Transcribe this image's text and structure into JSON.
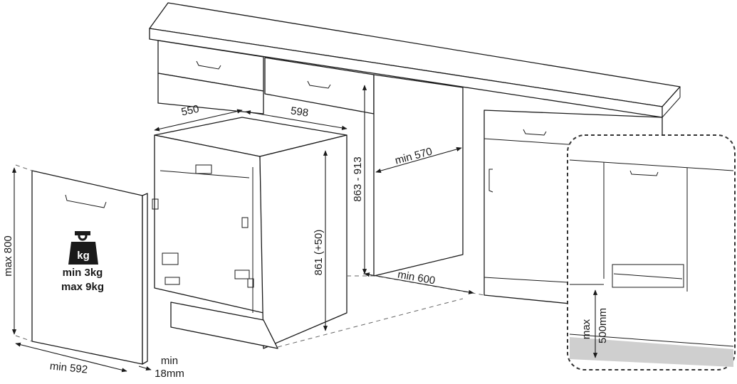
{
  "dimensions": {
    "depth": "550",
    "width": "598",
    "niche_depth": "min 570",
    "counter_height": "863 - 913",
    "appliance_height": "861 (+50)",
    "niche_width": "min 600",
    "panel_height": "max 800",
    "panel_width": "min 592",
    "panel_thickness_top": "min",
    "panel_thickness_bottom": "18mm",
    "plinth_top": "max",
    "plinth_bottom": "500mm"
  },
  "weight": {
    "icon_label": "kg",
    "min": "min 3kg",
    "max": "max 9kg"
  },
  "colors": {
    "line": "#1a1a1a",
    "plinth_fill": "#cfcfcf",
    "detail_border": "#333333"
  },
  "icons": [
    "weight-kg-icon",
    "dimension-arrow-icon"
  ]
}
